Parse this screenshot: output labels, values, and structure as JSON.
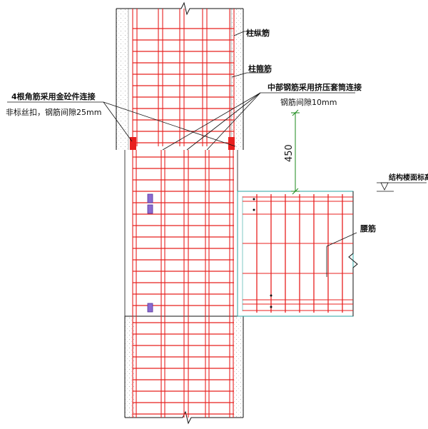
{
  "labels": {
    "column_longitudinal": "柱纵筋",
    "column_stirrup": "柱箍筋",
    "corner_bar_line1": "4根角筋采用金砼件连接",
    "corner_bar_line2": "非标丝扣，钢筋间隙25mm",
    "middle_bar_line1": "中部钢筋采用挤压套筒连接",
    "middle_bar_line2": "钢筋间隙10mm",
    "dimension": "450",
    "floor_level": "结构楼面标高",
    "waist_bar": "腰筋"
  },
  "colors": {
    "rebar": "#e8201f",
    "stirrup": "#e8201f",
    "concrete_outline": "#2aa3a0",
    "dimension": "#1a8a1a",
    "coupler": "#8a6bd1",
    "outline": "#111111"
  },
  "icons": {
    "break_symbol": "break-line-icon",
    "level_marker": "level-triangle-icon"
  }
}
